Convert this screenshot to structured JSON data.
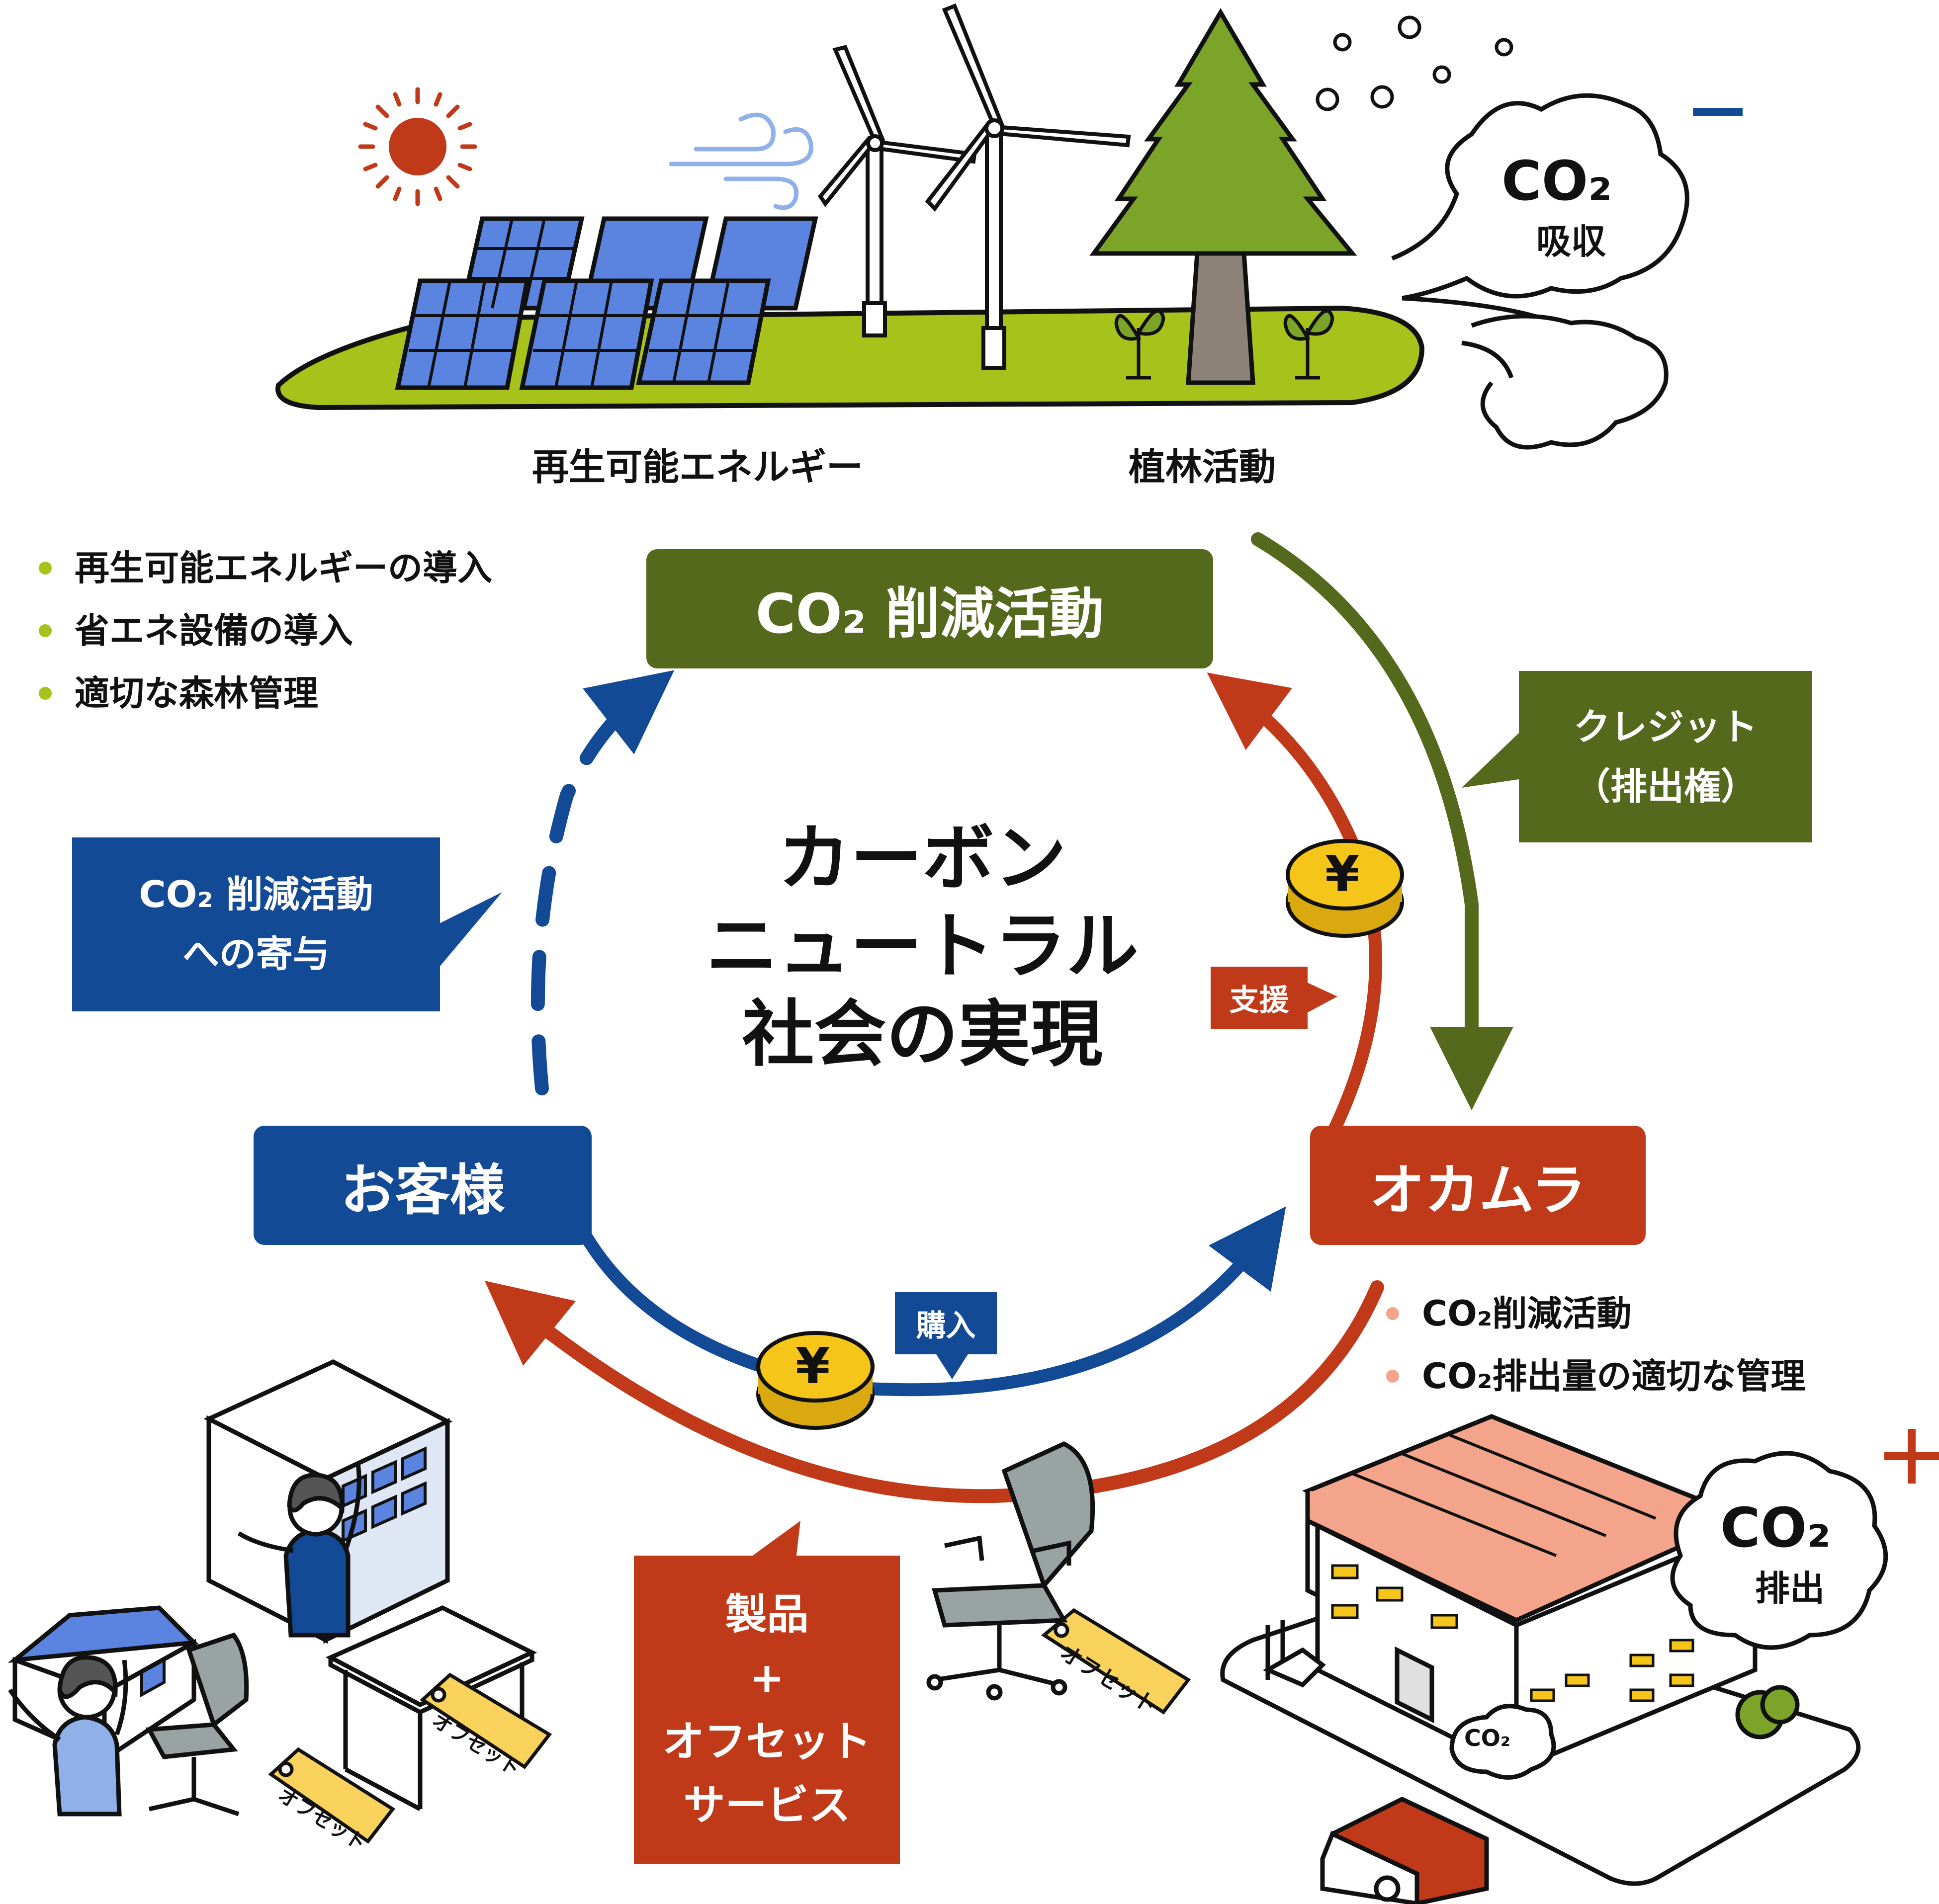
{
  "illustration": {
    "renewable_label": "再生可能エネルギー",
    "planting_label": "植林活動",
    "co2_absorb": {
      "co2": "CO₂",
      "text": "吸収",
      "sign": "−"
    },
    "co2_emit": {
      "co2": "CO₂",
      "text": "排出",
      "sign": "+"
    },
    "truck_co2": "CO₂"
  },
  "activities_list": [
    "再生可能エネルギーの導入",
    "省エネ設備の導入",
    "適切な森林管理"
  ],
  "okamura_list": [
    "CO₂削減活動",
    "CO₂排出量の適切な管理"
  ],
  "nodes": {
    "co2_activity": "CO₂ 削減活動",
    "customer": "お客様",
    "okamura": "オカムラ"
  },
  "center_title": [
    "カーボン",
    "ニュートラル",
    "社会の実現"
  ],
  "callouts": {
    "credit": [
      "クレジット",
      "（排出権）"
    ],
    "contribution": [
      "CO₂ 削減活動",
      "への寄与"
    ],
    "support": "支援",
    "purchase": "購入",
    "product": [
      "製品",
      "+",
      "オフセット",
      "サービス"
    ]
  },
  "coins": {
    "symbol": "¥"
  },
  "offset_tags": [
    "オフセット",
    "オフセット",
    "オフセット"
  ],
  "colors": {
    "green_dark": "#55691c",
    "green_light": "#a7c21a",
    "blue": "#124a96",
    "red": "#c03a1a",
    "yellow": "#f5c51a",
    "tag_yellow": "#f8d25a",
    "roof_salmon": "#f4a48a",
    "panel_blue": "#5b84e0",
    "tree_green": "#7ba428",
    "trunk": "#8c8278"
  }
}
